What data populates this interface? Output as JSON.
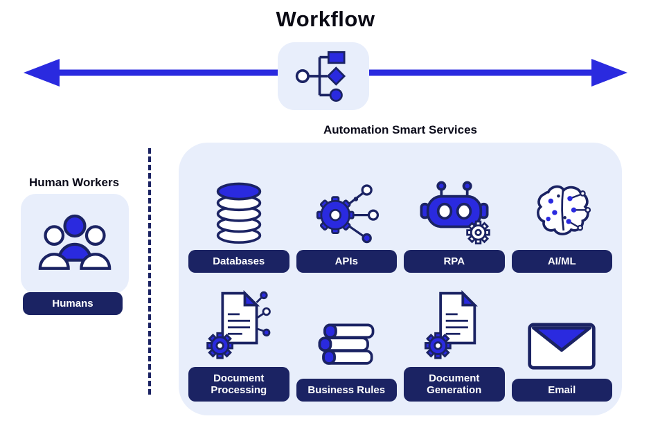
{
  "title": "Workflow",
  "colors": {
    "accent_blue": "#2A2ADF",
    "navy": "#1B2363",
    "panel_bg": "#E8EEFB",
    "pill_bg": "#1B2363",
    "pill_text": "#FFFFFF"
  },
  "workflow_node": {
    "icon": "flowchart-icon"
  },
  "human_section": {
    "heading": "Human Workers",
    "icon": "humans-group-icon",
    "label": "Humans"
  },
  "services_section": {
    "heading": "Automation Smart Services",
    "items": [
      {
        "label": "Databases",
        "icon": "database-icon"
      },
      {
        "label": "APIs",
        "icon": "api-gear-icon"
      },
      {
        "label": "RPA",
        "icon": "robot-icon"
      },
      {
        "label": "AI/ML",
        "icon": "brain-circuit-icon"
      },
      {
        "label": "Document Processing",
        "icon": "document-processing-icon"
      },
      {
        "label": "Business Rules",
        "icon": "books-icon"
      },
      {
        "label": "Document Generation",
        "icon": "document-generation-icon"
      },
      {
        "label": "Email",
        "icon": "envelope-icon"
      }
    ]
  }
}
